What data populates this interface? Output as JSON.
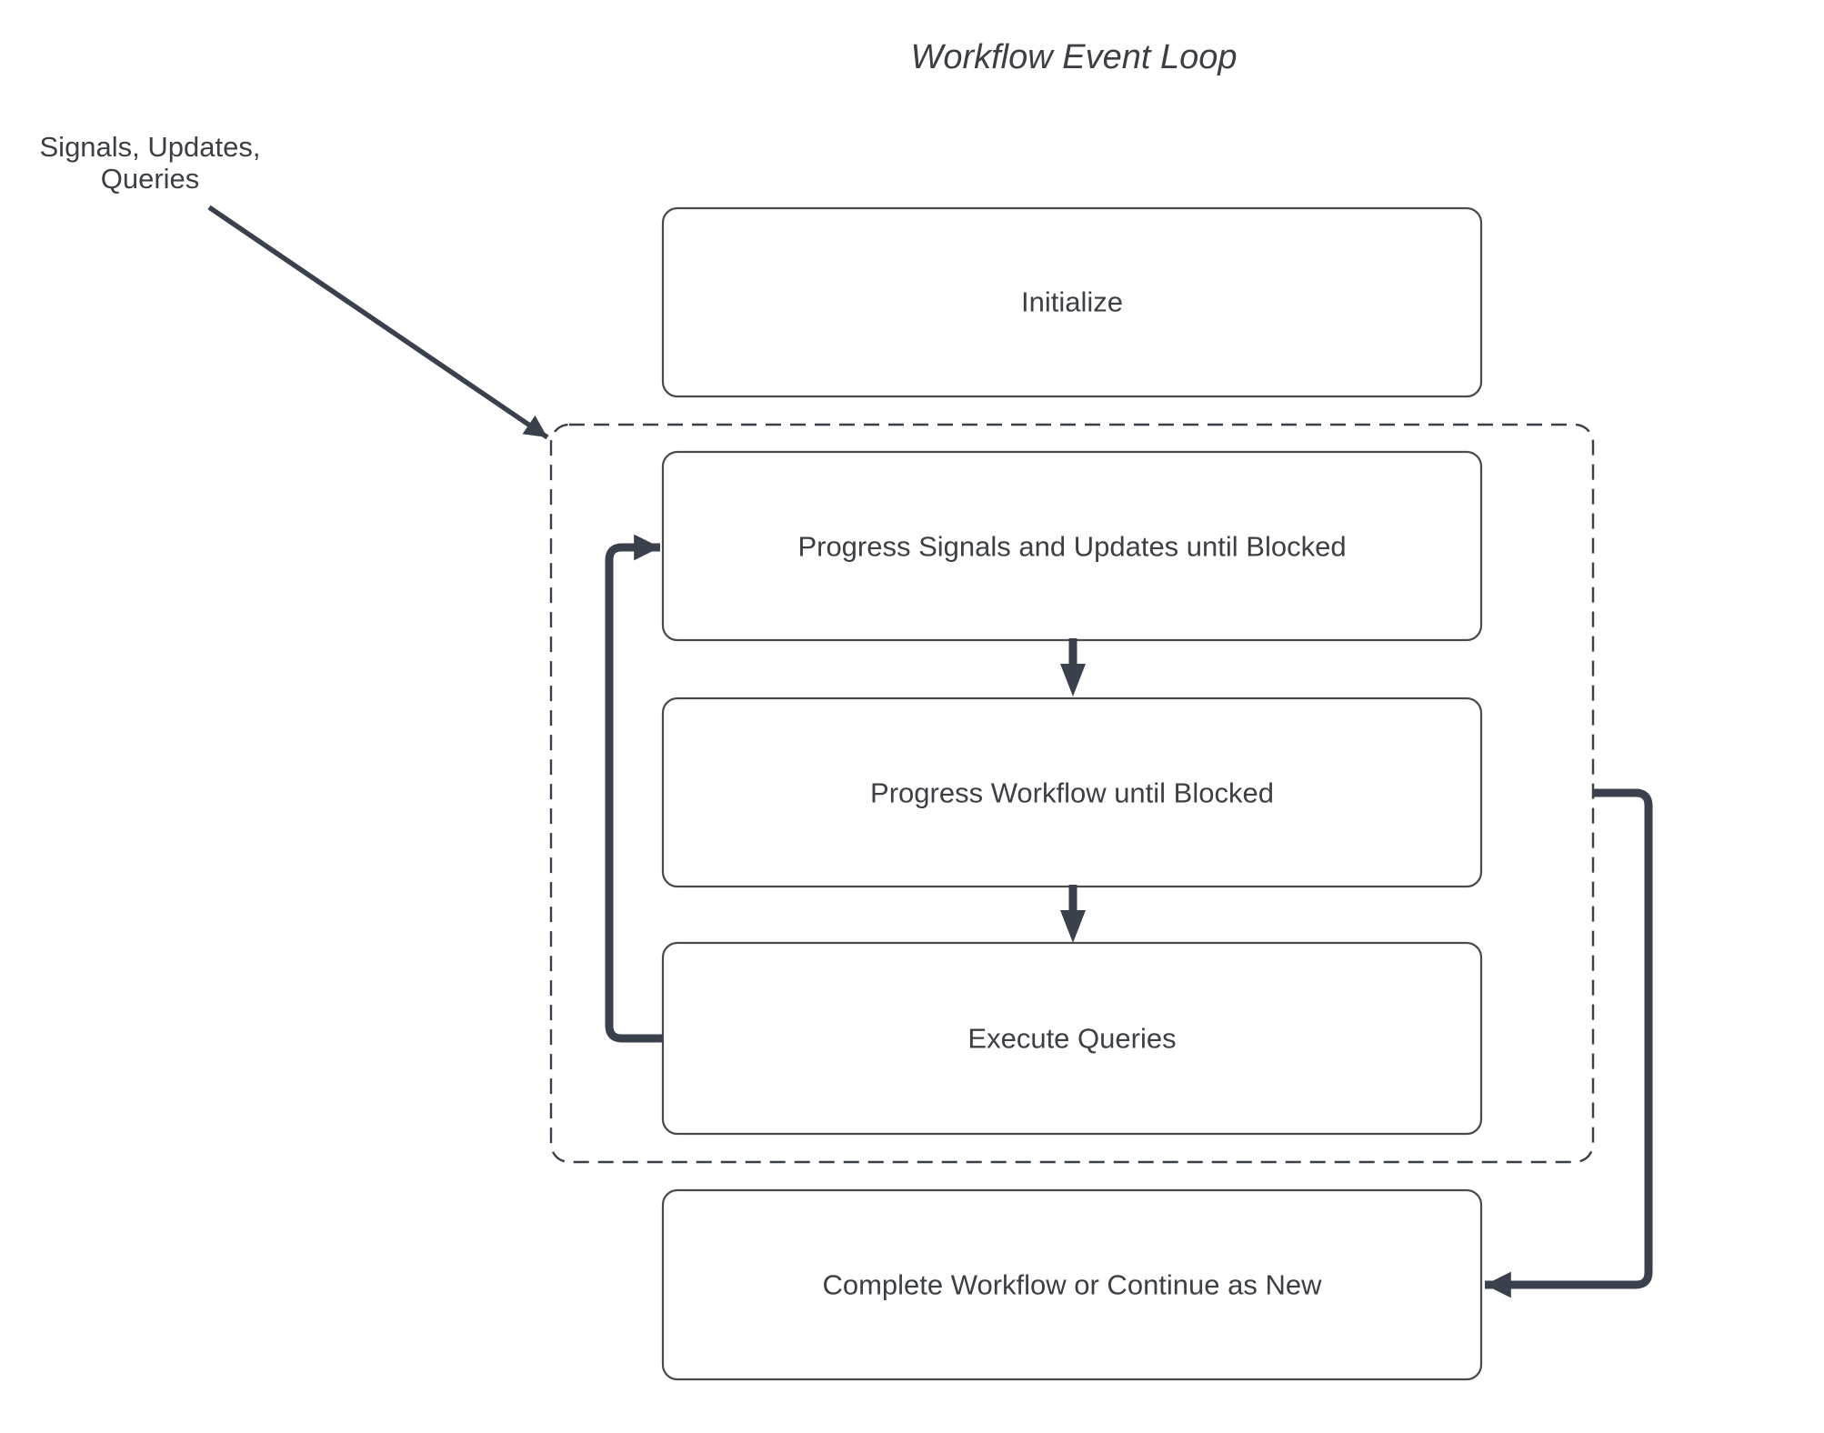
{
  "diagram": {
    "title": "Workflow Event Loop",
    "annotation": {
      "lines": [
        "Signals, Updates,",
        "Queries"
      ]
    },
    "nodes": [
      {
        "id": "initialize",
        "label": "Initialize"
      },
      {
        "id": "progress-signals",
        "label": "Progress Signals and Updates until Blocked"
      },
      {
        "id": "progress-workflow",
        "label": "Progress Workflow until Blocked"
      },
      {
        "id": "execute-queries",
        "label": "Execute Queries"
      },
      {
        "id": "complete-workflow",
        "label": "Complete Workflow or Continue as New"
      }
    ],
    "colors": {
      "arrow": "#3a404c",
      "border": "#4a4a4a",
      "dashed_border": "#3a404a",
      "text": "#3c4045",
      "background": "#ffffff"
    }
  }
}
